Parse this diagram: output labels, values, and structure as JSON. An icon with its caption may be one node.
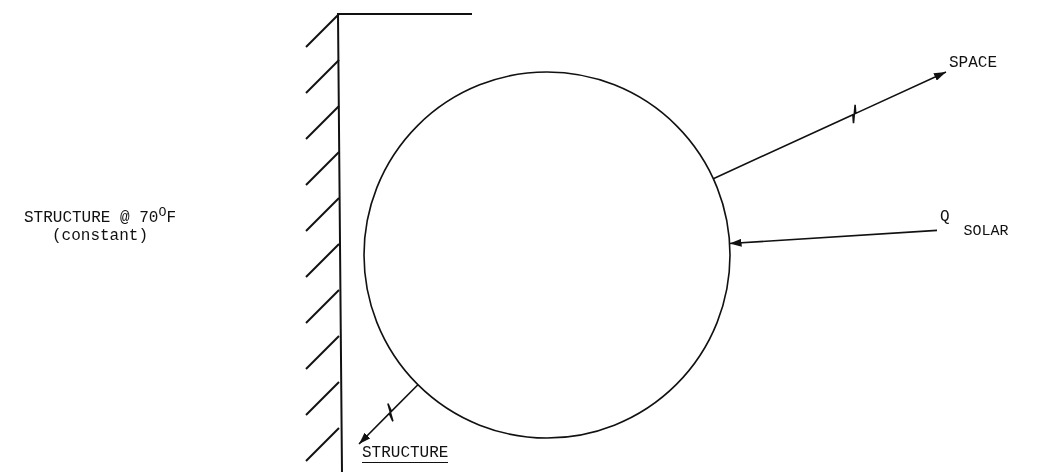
{
  "diagram": {
    "nodes": [
      {
        "text": [],
        "shape": "circle"
      },
      {
        "text": [
          "SPACE"
        ]
      },
      {
        "text": [
          "Q$_{SOLAR}$"
        ]
      },
      {
        "text": [
          "STRUCTURE"
        ]
      }
    ],
    "edges": [
      {
        "from": 0,
        "to": 1,
        "arrow": "to"
      },
      {
        "from": 2,
        "to": 0,
        "arrow": "to"
      },
      {
        "from": 0,
        "to": 3,
        "arrow": "to"
      }
    ],
    "labels": [
      "STRUCTURE @ 70$^{O}$F (constant)"
    ]
  }
}
